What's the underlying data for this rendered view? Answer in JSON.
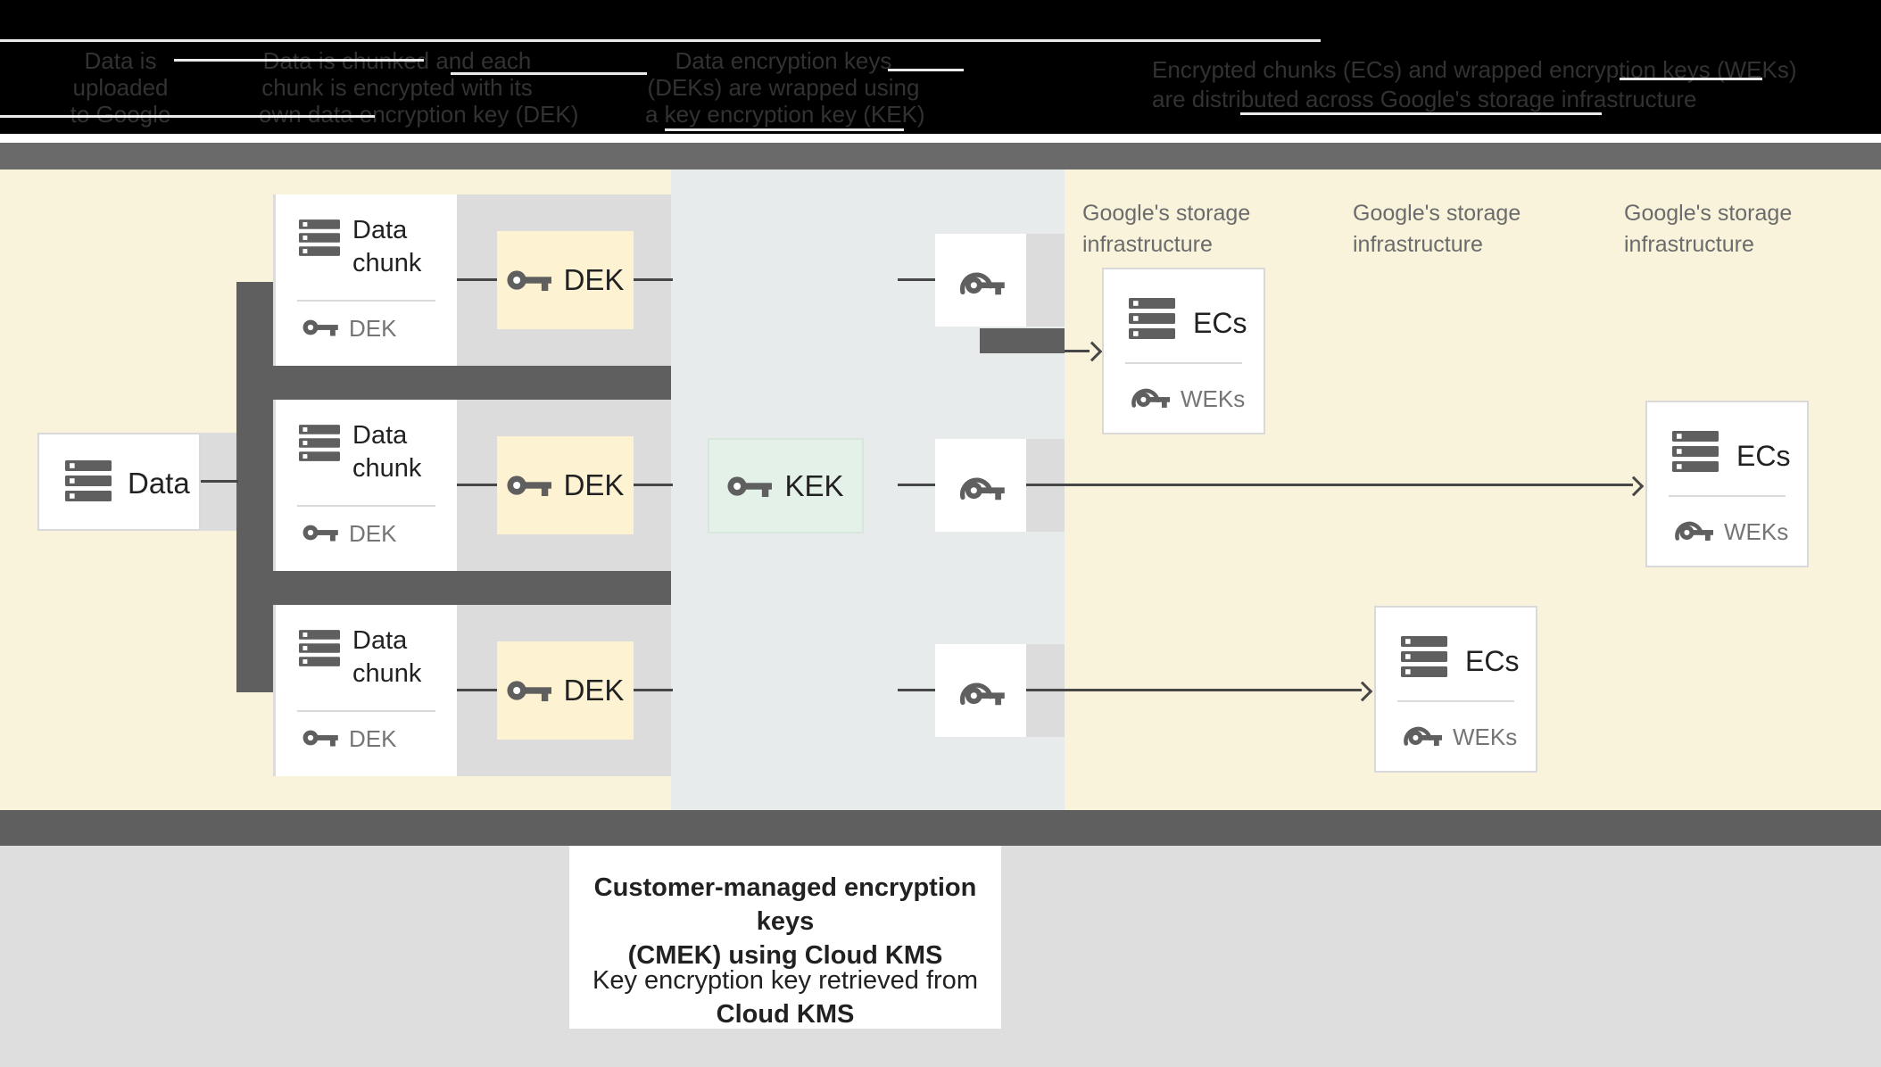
{
  "colors": {
    "header_bg": "#000000",
    "header_text": "#323232",
    "divider_band": "#6a6a6a",
    "yellow_region": "#faf3dc",
    "kms_region": "#e8ebec",
    "dek_fill": "#fdf3d2",
    "kek_fill": "#e4f1e8",
    "dark_gray": "#5f5f5f",
    "connector": "#474747",
    "box_gray": "#dcdcdc",
    "bottom_gray": "#dedede",
    "muted_text": "#757575",
    "storage_label_text": "#6b6b6b",
    "text": "#212121"
  },
  "header": {
    "columns": [
      {
        "lines": [
          "Data is",
          "uploaded",
          "to Google"
        ]
      },
      {
        "lines": [
          "Data is chunked and each",
          "chunk is encrypted with its",
          "own data encryption key (DEK)"
        ]
      },
      {
        "lines": [
          "Data encryption keys",
          "(DEKs) are wrapped using",
          "a key encryption key (KEK)"
        ]
      },
      {
        "lines": [
          "Encrypted chunks (ECs) and wrapped encryption keys (WEKs)",
          "are distributed across Google's storage infrastructure"
        ]
      }
    ]
  },
  "diagram": {
    "data_box": {
      "label": "Data"
    },
    "chunks": [
      {
        "title": "Data chunk",
        "key_label": "DEK"
      },
      {
        "title": "Data chunk",
        "key_label": "DEK"
      },
      {
        "title": "Data chunk",
        "key_label": "DEK"
      }
    ],
    "dek_boxes": [
      {
        "label": "DEK"
      },
      {
        "label": "DEK"
      },
      {
        "label": "DEK"
      }
    ],
    "kek_box": {
      "label": "KEK"
    },
    "storage_labels": [
      "Google's storage infrastructure",
      "Google's storage infrastructure",
      "Google's storage infrastructure"
    ],
    "ecs_boxes": [
      {
        "title": "ECs",
        "key_label": "WEKs"
      },
      {
        "title": "ECs",
        "key_label": "WEKs"
      },
      {
        "title": "ECs",
        "key_label": "WEKs"
      }
    ]
  },
  "footer": {
    "title_line1": "Customer-managed encryption keys",
    "title_line2": "(CMEK) using Cloud KMS",
    "body_line1": "Key encryption key retrieved from",
    "body_line2_bold": "Cloud KMS"
  }
}
